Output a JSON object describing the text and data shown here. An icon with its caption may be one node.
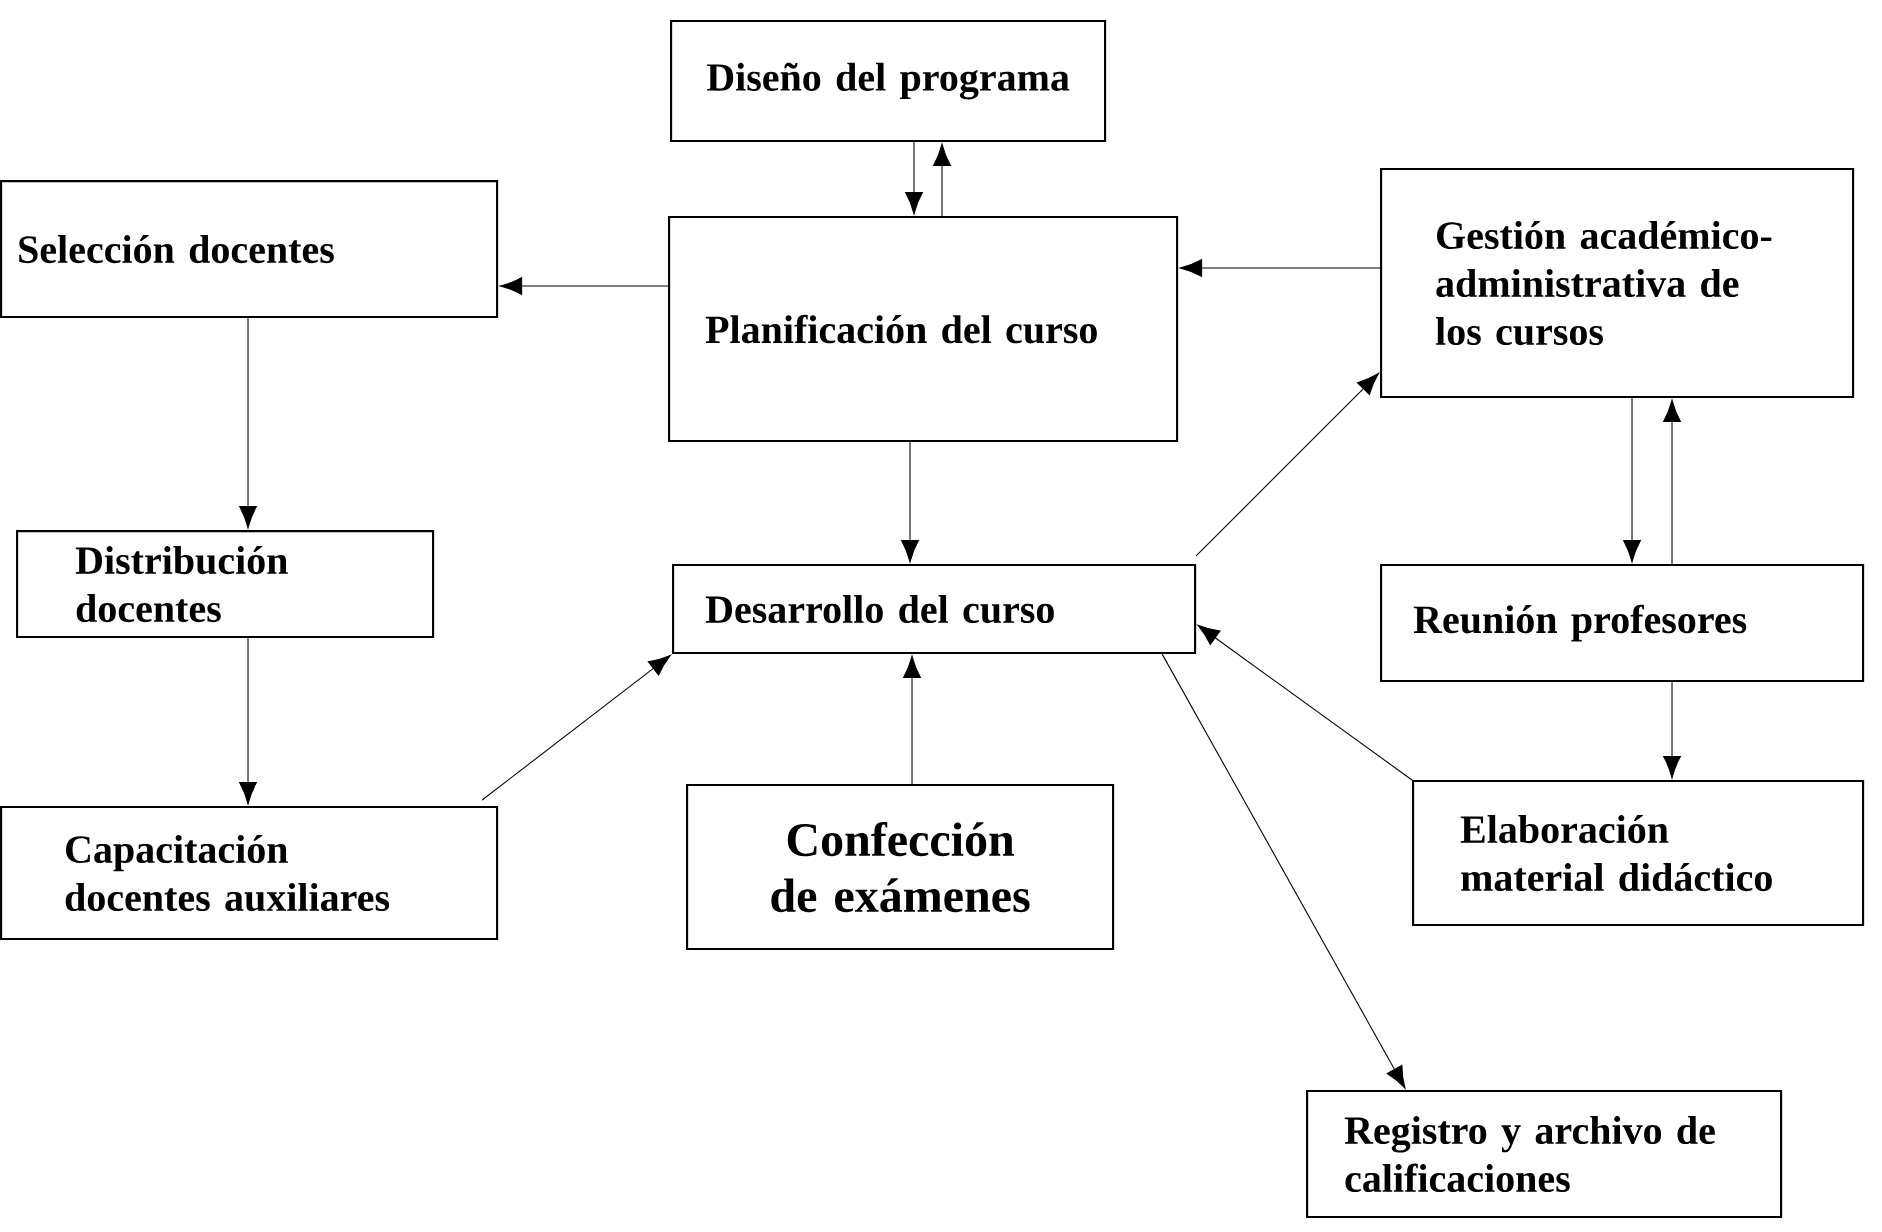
{
  "diagram": {
    "nodes": [
      {
        "text": [
          "Diseño del programa"
        ]
      },
      {
        "text": [
          "Selección docentes"
        ]
      },
      {
        "text": [
          "Planificación del curso"
        ]
      },
      {
        "text": [
          "Gestión académico-administrativa de los cursos"
        ]
      },
      {
        "text": [
          "Distribución docentes"
        ]
      },
      {
        "text": [
          "Desarrollo del curso"
        ]
      },
      {
        "text": [
          "Reunión profesores"
        ]
      },
      {
        "text": [
          "Capacitación docentes auxiliares"
        ]
      },
      {
        "text": [
          "Confección de exámenes"
        ]
      },
      {
        "text": [
          "Elaboración material didáctico"
        ]
      },
      {
        "text": [
          "Registro y archivo de calificaciones"
        ]
      }
    ],
    "edges": [
      {
        "from": 0,
        "to": 2,
        "arrow": "to"
      },
      {
        "from": 2,
        "to": 0,
        "arrow": "to"
      },
      {
        "from": 2,
        "to": 1,
        "arrow": "to"
      },
      {
        "from": 3,
        "to": 2,
        "arrow": "to"
      },
      {
        "from": 1,
        "to": 4,
        "arrow": "to"
      },
      {
        "from": 2,
        "to": 5,
        "arrow": "to"
      },
      {
        "from": 4,
        "to": 7,
        "arrow": "to"
      },
      {
        "from": 7,
        "to": 5,
        "arrow": "to"
      },
      {
        "from": 8,
        "to": 5,
        "arrow": "to"
      },
      {
        "from": 5,
        "to": 3,
        "arrow": "to"
      },
      {
        "from": 3,
        "to": 6,
        "arrow": "to"
      },
      {
        "from": 6,
        "to": 3,
        "arrow": "to"
      },
      {
        "from": 6,
        "to": 9,
        "arrow": "to"
      },
      {
        "from": 9,
        "to": 5,
        "arrow": "to"
      },
      {
        "from": 5,
        "to": 10,
        "arrow": "to"
      }
    ]
  }
}
